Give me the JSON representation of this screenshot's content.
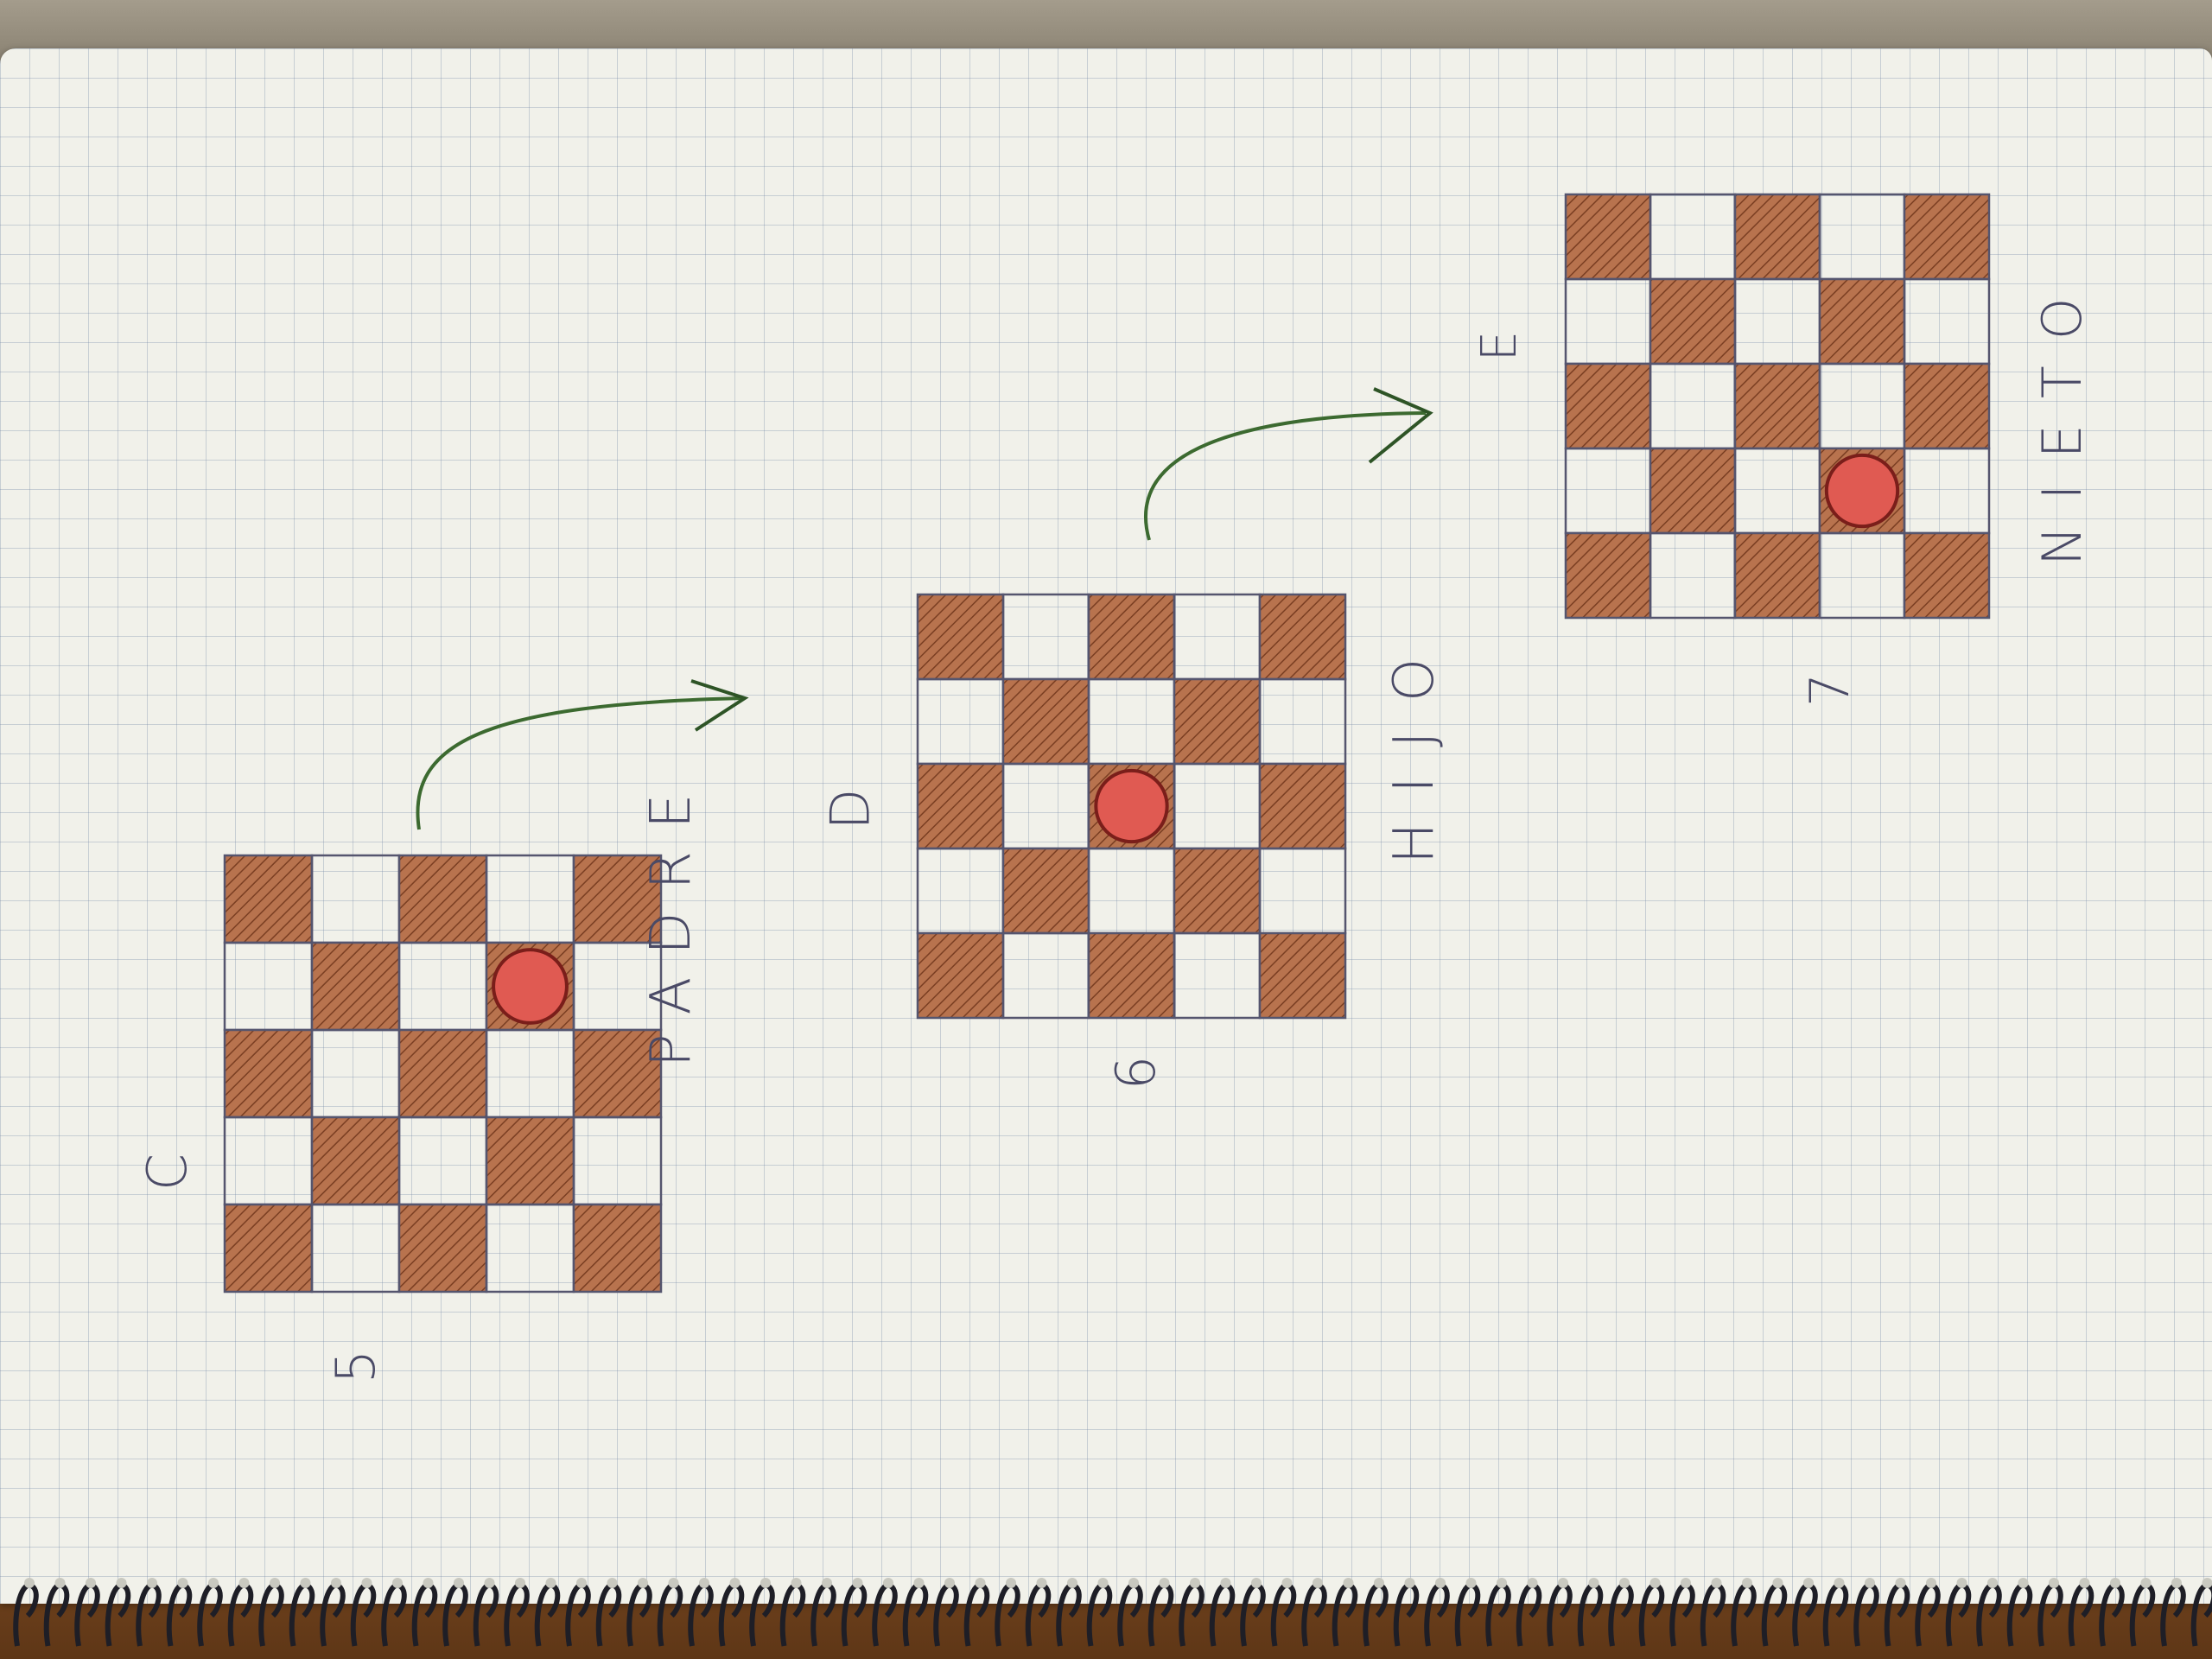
{
  "page": {
    "description_kind": "photo of notebook sketch",
    "colors": {
      "dark_square": "#b8734e",
      "hatch": "#7a3e22",
      "piece": "#e05a52",
      "arrow": "#3c6a30",
      "ink": "#4a4a66"
    }
  },
  "diagrams": [
    {
      "id": "padre",
      "letter": "C",
      "number": "5",
      "word": "PADRE",
      "piece_cell": {
        "row": 1,
        "col": 3
      }
    },
    {
      "id": "hijo",
      "letter": "D",
      "number": "6",
      "word": "HIJO",
      "piece_cell": {
        "row": 2,
        "col": 2
      }
    },
    {
      "id": "nieto",
      "letter": "E",
      "number": "7",
      "word": "NIETO",
      "piece_cell": {
        "row": 3,
        "col": 3
      }
    }
  ]
}
